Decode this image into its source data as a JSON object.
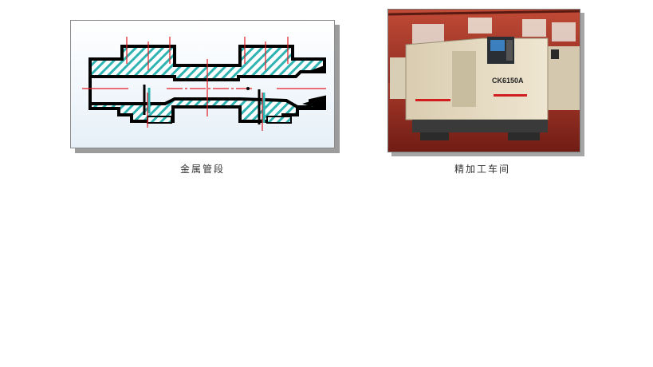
{
  "figures": [
    {
      "caption": "金属管段",
      "kind": "cross-section-drawing"
    },
    {
      "caption": "精加工车间",
      "kind": "photo-cnc-lathes",
      "machine_label": "CK6150A"
    }
  ],
  "colors": {
    "hatch": "#2fb3b3",
    "outline": "#000000",
    "centerline": "#e21b23",
    "shadow": "#9c9c9c"
  }
}
